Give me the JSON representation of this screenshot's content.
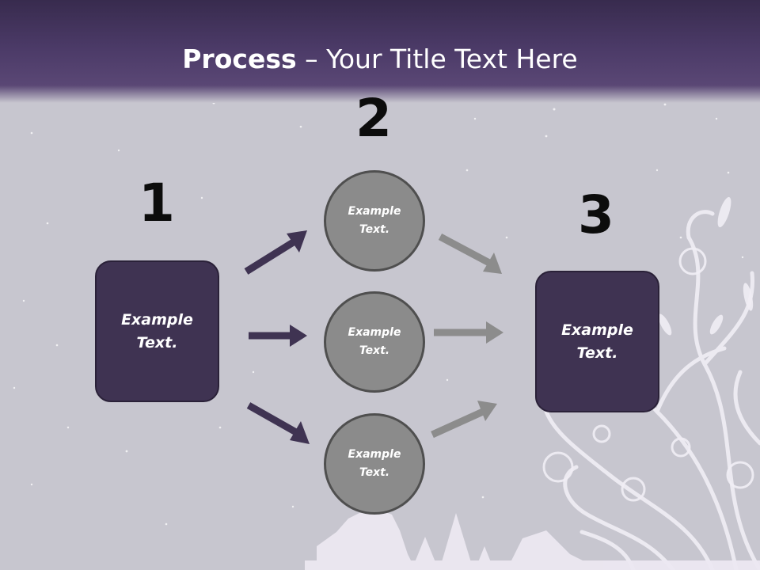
{
  "title": {
    "bold": "Process",
    "rest": " – Your Title Text Here"
  },
  "steps": [
    {
      "number": "1",
      "label": "Example\nText."
    },
    {
      "number": "2",
      "nodes": [
        "Example\nText.",
        "Example\nText.",
        "Example\nText."
      ]
    },
    {
      "number": "3",
      "label": "Example\nText."
    }
  ],
  "colors": {
    "header": "#4b3a67",
    "box": "#3f3352",
    "circle": "#8b8b8b",
    "arrow_dark": "#3f3352",
    "arrow_light": "#8c8c8c"
  }
}
